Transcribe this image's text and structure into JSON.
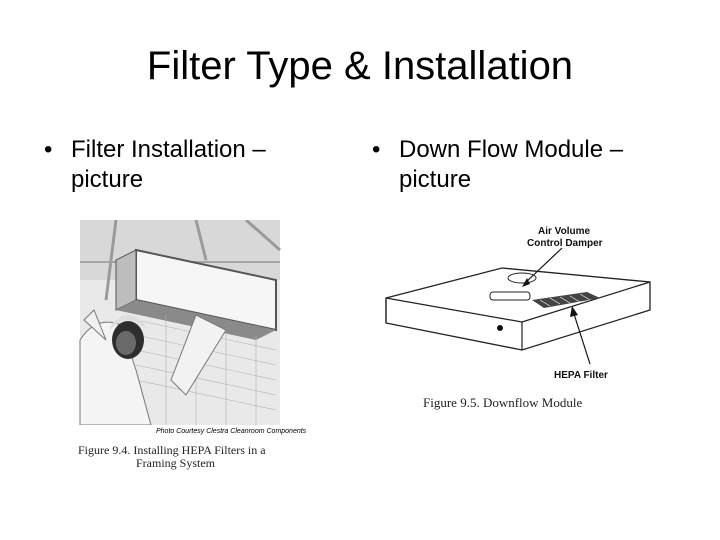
{
  "slide": {
    "title": "Filter Type & Installation",
    "bullets": [
      {
        "dot": "•",
        "line1": "Filter Installation –",
        "line2": "picture"
      },
      {
        "dot": "•",
        "line1": "Down Flow Module –",
        "line2": "picture"
      }
    ]
  },
  "figure1": {
    "credit": "Photo Courtesy Clestra Cleanroom Components",
    "caption_line1": "Figure 9.4. Installing HEPA Filters in a",
    "caption_line2": "Framing System"
  },
  "figure2": {
    "label_air_line1": "Air  Volume",
    "label_air_line2": "Control  Damper",
    "label_hepa": "HEPA  Filter",
    "caption": "Figure 9.5.  Downflow Module"
  }
}
